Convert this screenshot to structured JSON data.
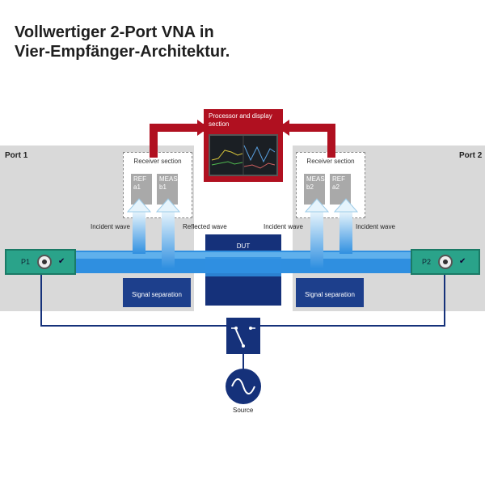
{
  "title": {
    "line1": "Vollwertiger 2-Port VNA  in",
    "line2": "Vier-Empfänger-Architektur."
  },
  "ports": {
    "port1": "Port 1",
    "port2": "Port 2"
  },
  "processor": {
    "label_line1": "Processor and display",
    "label_line2": "section"
  },
  "receiver_left": {
    "title": "Receiver section",
    "channels": [
      {
        "line1": "REF",
        "line2": "a1"
      },
      {
        "line1": "MEAS",
        "line2": "b1"
      }
    ]
  },
  "receiver_right": {
    "title": "Receiver section",
    "channels": [
      {
        "line1": "MEAS",
        "line2": "b2"
      },
      {
        "line1": "REF",
        "line2": "a2"
      }
    ]
  },
  "waves": {
    "incident_left": "Incident wave",
    "reflected": "Reflected wave",
    "incident_mid": "Incident wave",
    "incident_right": "Incident wave"
  },
  "dut": "DUT",
  "signal_separation": {
    "left": "Signal separation",
    "right": "Signal separation"
  },
  "port_boxes": {
    "p1": "P1",
    "p2": "P2",
    "check": "✔"
  },
  "source": "Source",
  "colors": {
    "dark_blue": "#15317a",
    "signal_blue": "#2f8fe0",
    "light_blue": "#bfe2f7",
    "processor_red": "#b01020",
    "port_green": "#2aa38a",
    "port_gray": "#d9d9d9"
  }
}
